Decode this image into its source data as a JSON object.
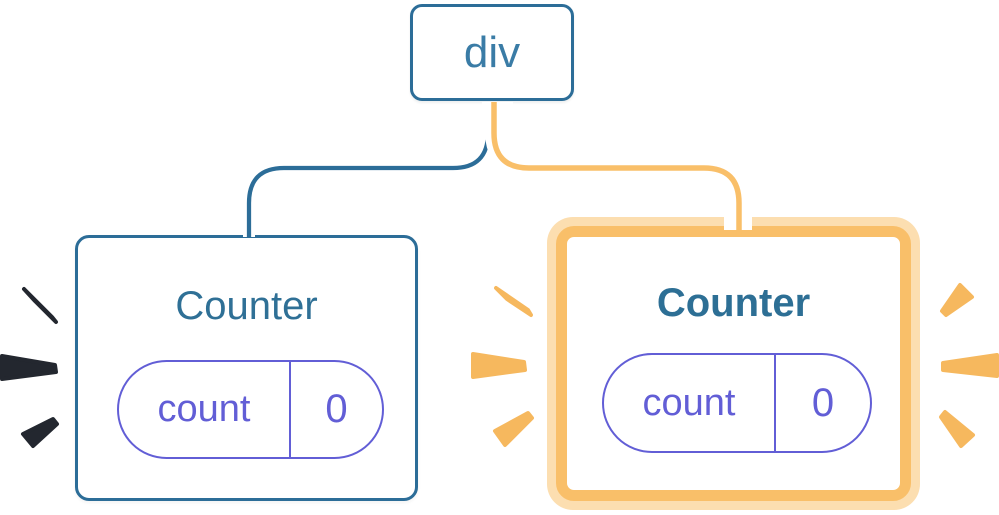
{
  "colors": {
    "blue_border": "#2C6D98",
    "blue_text": "#3A7CA6",
    "title_blue": "#2F7096",
    "purple": "#625ED6",
    "orange_border": "#F9BF69",
    "orange_glow": "#FCDEB0",
    "spark_orange": "#F6B85E",
    "spark_dark": "#23272F",
    "background": "#FFFFFF"
  },
  "root_node": {
    "label": "div"
  },
  "left_counter": {
    "title": "Counter",
    "state": {
      "key": "count",
      "value": "0"
    },
    "highlighted": false
  },
  "right_counter": {
    "title": "Counter",
    "state": {
      "key": "count",
      "value": "0"
    },
    "highlighted": true
  }
}
